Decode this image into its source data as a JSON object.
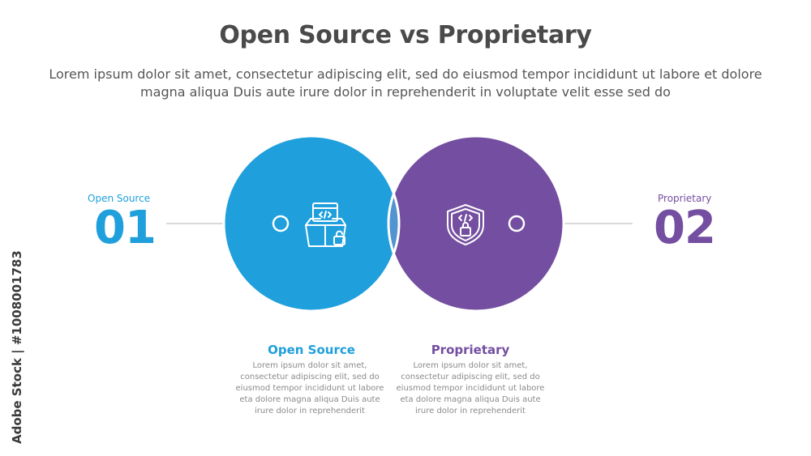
{
  "title": "Open Source vs Proprietary",
  "subtitle": "Lorem ipsum dolor sit amet, consectetur adipiscing elit, sed do eiusmod tempor incididunt ut labore et dolore magna aliqua Duis aute irure dolor in reprehenderit in voluptate velit esse sed do",
  "colors": {
    "left": "#1f9fdc",
    "right": "#744ea0",
    "overlap": "#5294cf",
    "connector": "#d9d9d9"
  },
  "left": {
    "side_label": "Open Source",
    "number": "01",
    "icon": "open-box-code-icon",
    "heading": "Open Source",
    "body": "Lorem ipsum dolor sit amet, consectetur adipiscing elit, sed do eiusmod tempor incididunt ut labore eta dolore magna aliqua Duis aute irure dolor in reprehenderit"
  },
  "right": {
    "side_label": "Proprietary",
    "number": "02",
    "icon": "shield-code-lock-icon",
    "heading": "Proprietary",
    "body": "Lorem ipsum dolor sit amet, consectetur adipiscing elit, sed do eiusmod tempor incididunt ut labore eta dolore magna aliqua Duis aute irure dolor in reprehenderit"
  },
  "watermark": "Adobe Stock | #1008001783"
}
